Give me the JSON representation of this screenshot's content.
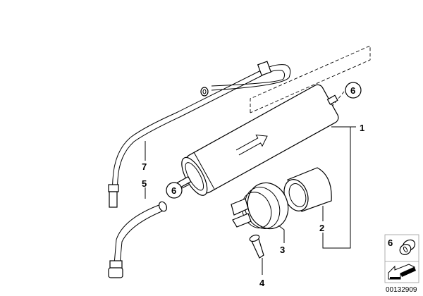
{
  "callouts": {
    "p1": "1",
    "p2": "2",
    "p3": "3",
    "p4": "4",
    "p5": "5",
    "p6a": "6",
    "p6b": "6",
    "p7": "7"
  },
  "legend": {
    "part_number": "6",
    "diagram_id": "00132909"
  }
}
